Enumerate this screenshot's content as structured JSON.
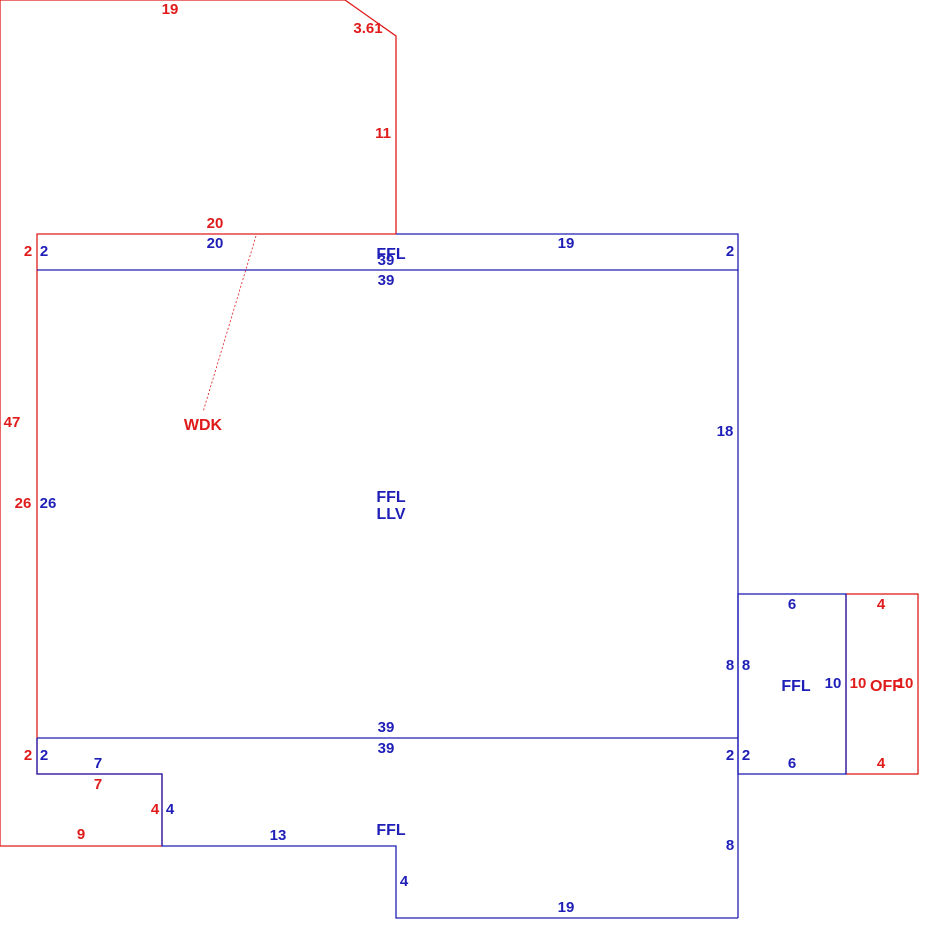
{
  "colors": {
    "house": "#1f1fb8",
    "deck": "#e01b1b"
  },
  "areas": {
    "main_code": "FFL",
    "main_sub": "LLV",
    "top_strip": "FFL",
    "top_strip_overlap": "39",
    "bottom": "FFL",
    "right_small": "FFL",
    "office": "OFF",
    "deck_name": "WDK"
  },
  "dims": {
    "deck_top": "19",
    "deck_diagonal": "3.61",
    "deck_right_upper": "11",
    "deck_shared_top": "20",
    "deck_strip_left": "2",
    "deck_left_total": "47",
    "deck_left_main": "26",
    "deck_strip_left_bottom": "2",
    "deck_bottom_step_top": "7",
    "deck_bottom_step_side": "4",
    "deck_bottom": "9",
    "house_strip_left": "2",
    "house_strip_top_left": "20",
    "house_strip_top_right": "19",
    "house_strip_right": "2",
    "house_main_top": "39",
    "house_main_left": "26",
    "house_main_right": "18",
    "house_main_right_lower": "8",
    "house_main_bottom": "39",
    "house_lower_top": "39",
    "house_lower_left": "2",
    "house_lower_right": "2",
    "house_lower_step_top": "7",
    "house_lower_step_side": "4",
    "house_lower_mid": "13",
    "house_lower_step_down": "4",
    "house_lower_bottom": "19",
    "house_lower_right_side": "8",
    "small_top": "6",
    "small_left": "8",
    "small_right": "10",
    "small_bottom": "6",
    "small_left_right_side": "2",
    "off_top": "4",
    "off_left": "10",
    "off_right": "10",
    "off_bottom": "4"
  }
}
